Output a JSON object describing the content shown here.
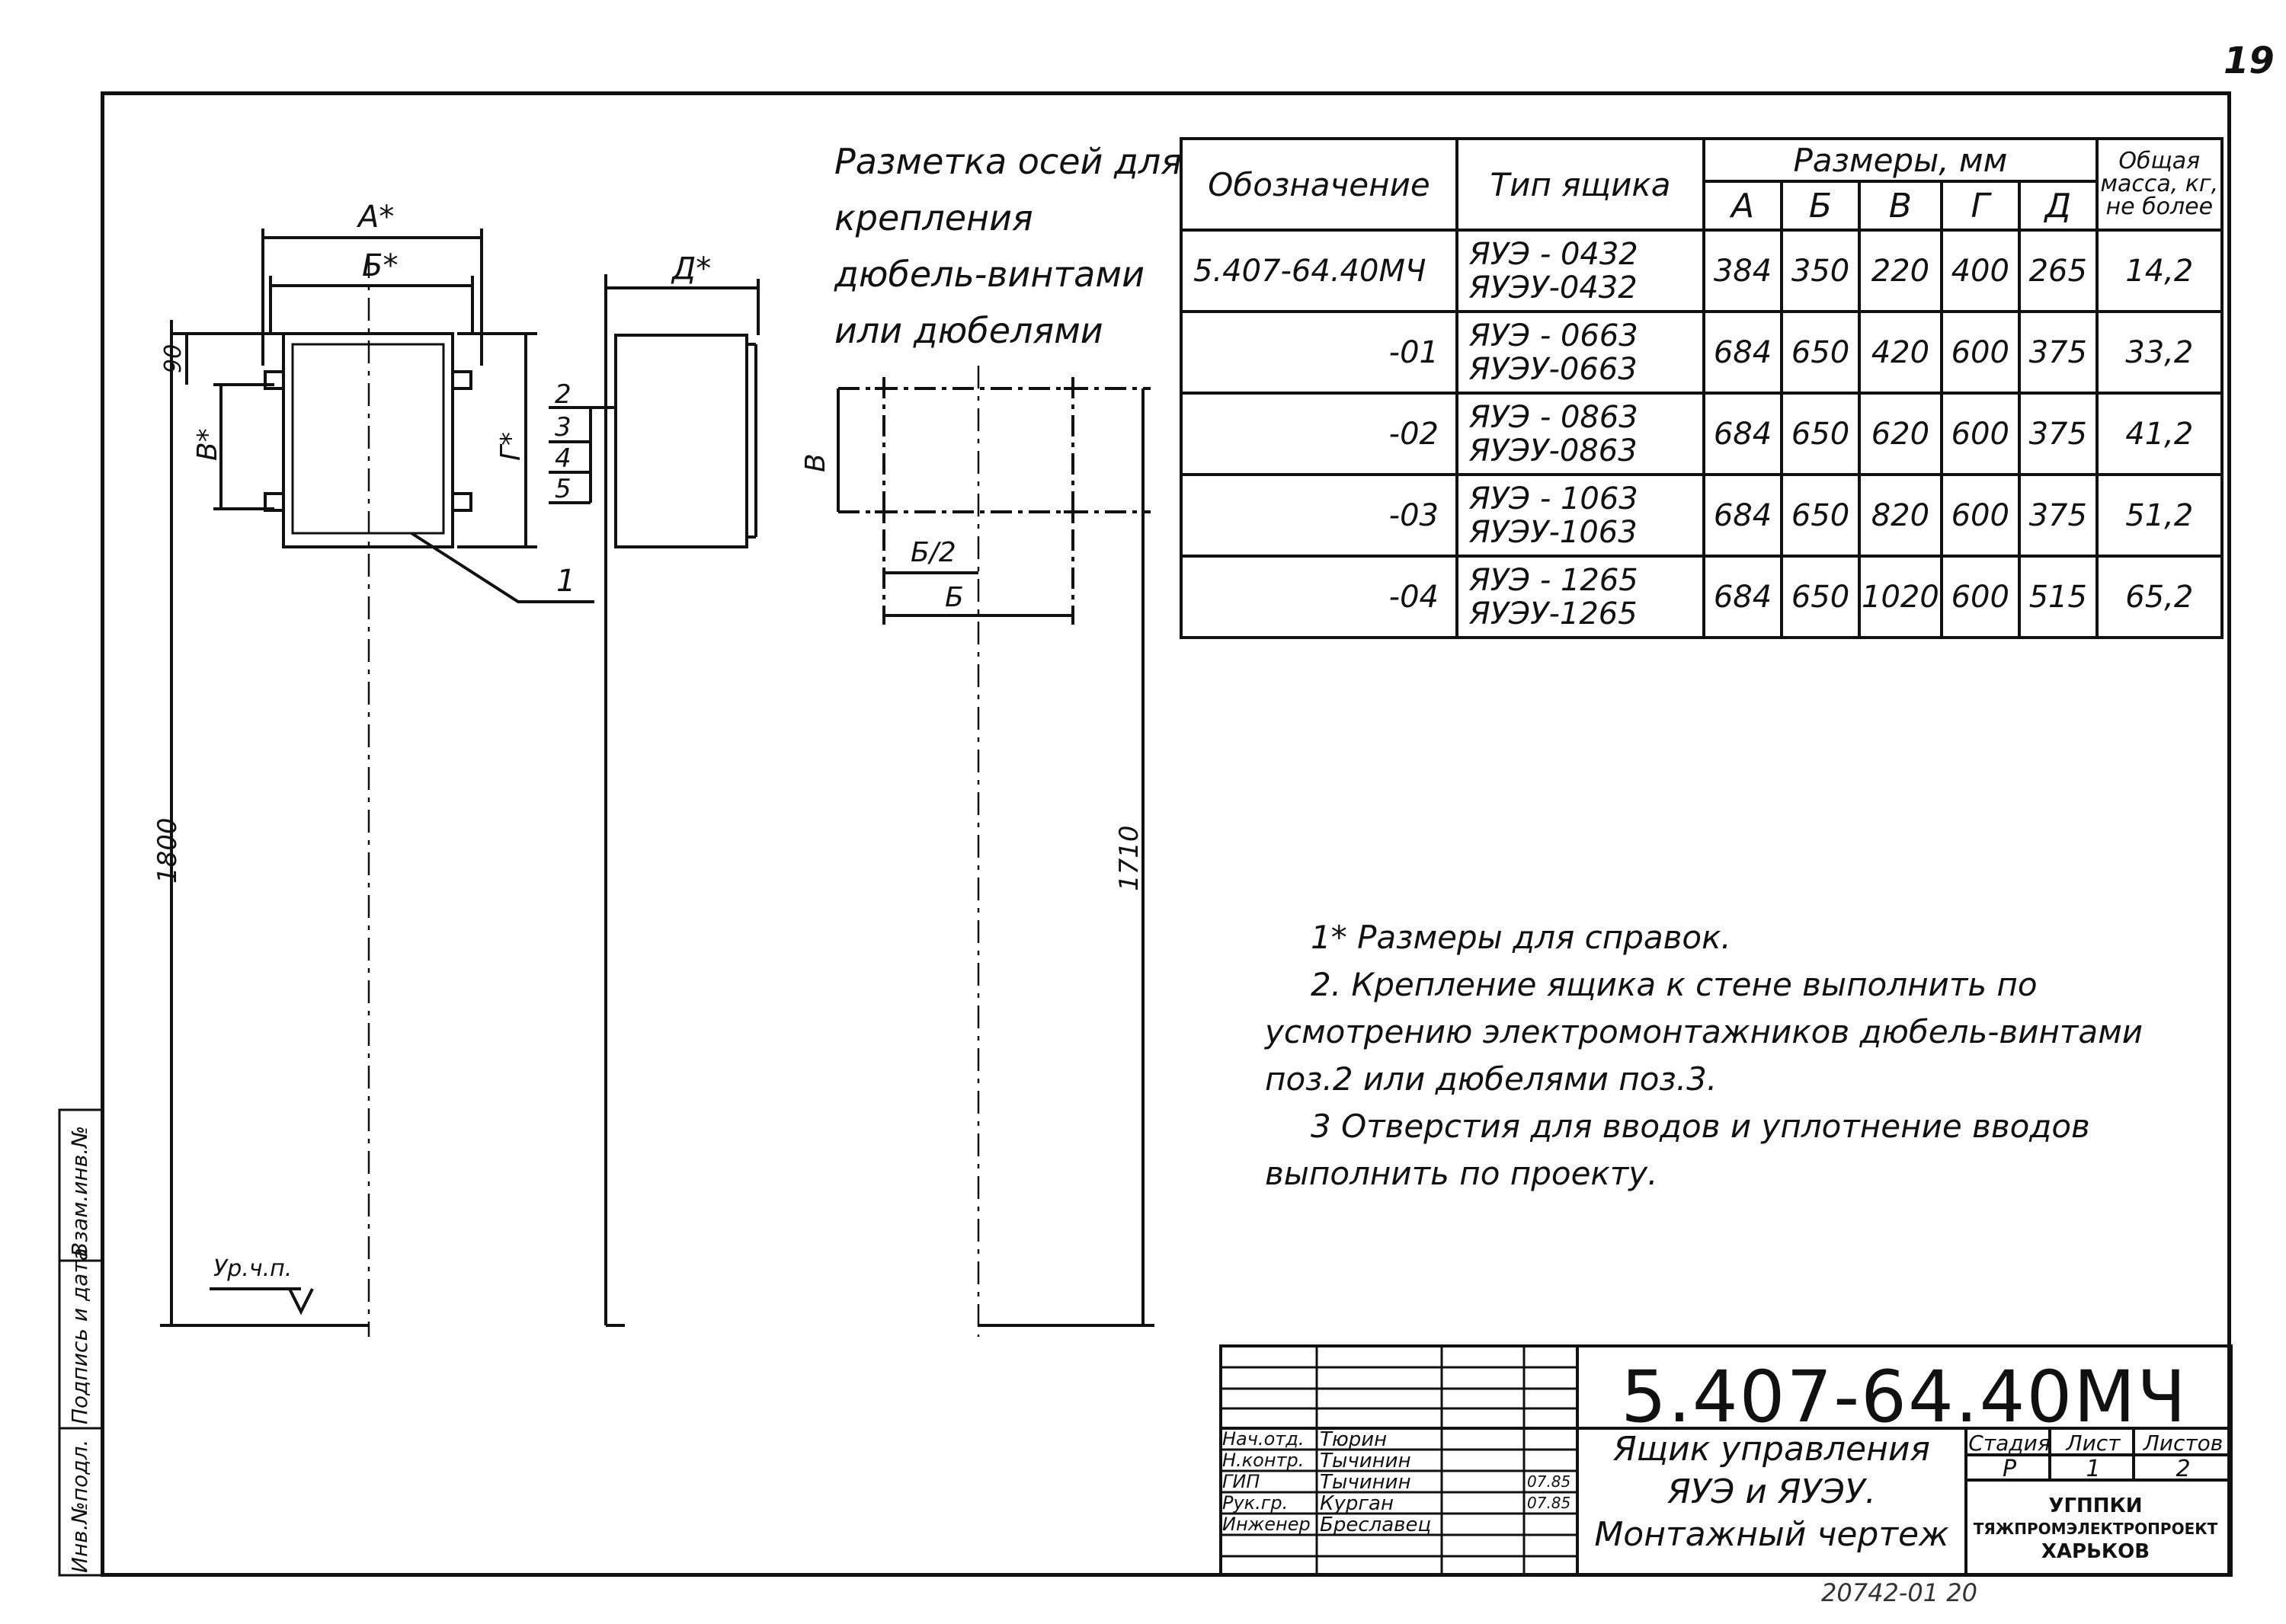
{
  "page_number": "19",
  "caption": "Разметка осей для крепления дюбель-винтами или дюбелями",
  "dimensions": {
    "A": "А*",
    "B": "Б*",
    "D": "Д*",
    "V": "В*",
    "G": "Г*",
    "h90": "90",
    "total_height": "1800",
    "height_1710": "1710",
    "level_mark": "Ур.ч.п.",
    "callout_1": "1",
    "positions": [
      "2",
      "3",
      "4",
      "5"
    ],
    "axis_V": "В",
    "axis_half_B": "Б/2",
    "axis_B": "Б"
  },
  "table": {
    "headers": {
      "designation": "Обозначение",
      "box_type": "Тип ящика",
      "sizes": "Размеры, мм",
      "mass": "Общая масса, кг, не более",
      "cols": [
        "А",
        "Б",
        "В",
        "Г",
        "Д"
      ]
    },
    "rows": [
      {
        "designation": "5.407-64.40МЧ",
        "type1": "ЯУЭ - 0432",
        "type2": "ЯУЭУ-0432",
        "A": "384",
        "B": "350",
        "V": "220",
        "G": "400",
        "D": "265",
        "mass": "14,2"
      },
      {
        "designation": "-01",
        "type1": "ЯУЭ - 0663",
        "type2": "ЯУЭУ-0663",
        "A": "684",
        "B": "650",
        "V": "420",
        "G": "600",
        "D": "375",
        "mass": "33,2"
      },
      {
        "designation": "-02",
        "type1": "ЯУЭ - 0863",
        "type2": "ЯУЭУ-0863",
        "A": "684",
        "B": "650",
        "V": "620",
        "G": "600",
        "D": "375",
        "mass": "41,2"
      },
      {
        "designation": "-03",
        "type1": "ЯУЭ - 1063",
        "type2": "ЯУЭУ-1063",
        "A": "684",
        "B": "650",
        "V": "820",
        "G": "600",
        "D": "375",
        "mass": "51,2"
      },
      {
        "designation": "-04",
        "type1": "ЯУЭ - 1265",
        "type2": "ЯУЭУ-1265",
        "A": "684",
        "B": "650",
        "V": "1020",
        "G": "600",
        "D": "515",
        "mass": "65,2"
      }
    ]
  },
  "notes": [
    "1* Размеры для справок.",
    "2. Крепление ящика к стене выполнить по усмотрению электромонтажников дюбель-винтами поз.2 или дюбелями поз.3.",
    "3 Отверстия для вводов и уплотнение вводов выполнить по проекту."
  ],
  "title_block": {
    "code": "5.407-64.40МЧ",
    "title_line1": "Ящик управления",
    "title_line2": "ЯУЭ и ЯУЭУ.",
    "title_line3": "Монтажный чертеж",
    "stage_label": "Стадия",
    "sheet_label": "Лист",
    "sheets_label": "Листов",
    "stage": "Р",
    "sheet": "1",
    "sheets": "2",
    "org_line1": "УГППКИ",
    "org_line2": "ТЯЖПРОМЭЛЕКТРОПРОЕКТ",
    "org_line3": "ХАРЬКОВ",
    "signatures": [
      {
        "role": "Нач.отд.",
        "name": "Тюрин",
        "date": ""
      },
      {
        "role": "Н.контр.",
        "name": "Тычинин",
        "date": ""
      },
      {
        "role": "ГИП",
        "name": "Тычинин",
        "date": "07.85"
      },
      {
        "role": "Рук.гр.",
        "name": "Курган",
        "date": "07.85"
      },
      {
        "role": "Инженер",
        "name": "Бреславец",
        "date": ""
      }
    ]
  },
  "side_strip": [
    "Инв.№подл.",
    "Подпись и дата",
    "Взам.инв.№"
  ],
  "bottom_ref": "20742-01 20"
}
